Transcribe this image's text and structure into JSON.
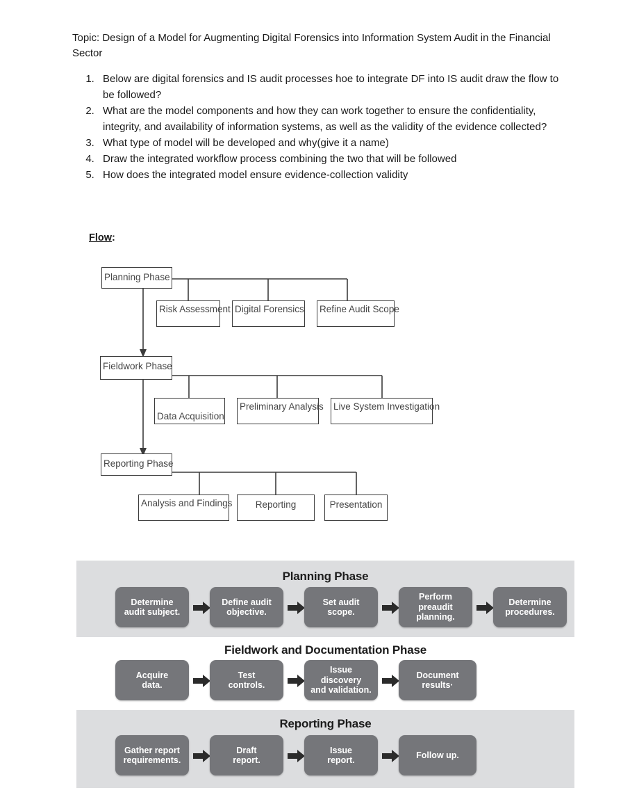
{
  "document": {
    "topic": "Topic: Design of a Model for Augmenting Digital Forensics into Information System Audit in the Financial Sector",
    "questions": [
      "Below are digital forensics and IS audit processes hoe to integrate DF into IS audit draw the flow to be followed?",
      "What are the model components and how they can work together to ensure the confidentiality, integrity, and availability of information systems, as well as the validity of the evidence collected?",
      "What type of model will be developed and why(give it a name)",
      "Draw the integrated workflow process combining the two that will be followed",
      "How does the integrated model ensure evidence-collection validity"
    ],
    "flow_label": "Flow",
    "flow_label_colon": ":"
  },
  "tree_diagram": {
    "phases": [
      {
        "parent": "Planning Phase",
        "children": [
          "Risk Assessment",
          "Digital Forensics",
          "Refine Audit Scope"
        ]
      },
      {
        "parent": "Fieldwork Phase",
        "children": [
          "Data Acquisition",
          "Preliminary Analysis",
          "Live System Investigation"
        ]
      },
      {
        "parent": "Reporting Phase",
        "children": [
          "Analysis and Findings",
          "Reporting",
          "Presentation"
        ]
      }
    ],
    "connector_color": "#3c3c3c",
    "box_text_color": "#454545"
  },
  "phase_diagram": {
    "panel_color": "#dcdddf",
    "box_color": "#75767a",
    "box_text_color": "#ffffff",
    "arrow_color": "#2b2b2b",
    "bands": [
      {
        "title": "Planning Phase",
        "shaded": true,
        "steps": [
          {
            "lines": [
              "Determine",
              "audit subject."
            ]
          },
          {
            "lines": [
              "Define audit",
              "objective."
            ]
          },
          {
            "lines": [
              "Set audit",
              "scope."
            ]
          },
          {
            "lines": [
              "Perform",
              "preaudit",
              "planning."
            ]
          },
          {
            "lines": [
              "Determine",
              "procedures."
            ]
          }
        ]
      },
      {
        "title": "Fieldwork and Documentation Phase",
        "shaded": false,
        "steps": [
          {
            "lines": [
              "Acquire",
              "data."
            ]
          },
          {
            "lines": [
              "Test",
              "controls."
            ]
          },
          {
            "lines": [
              "Issue",
              "discovery",
              "and validation."
            ]
          },
          {
            "lines": [
              "Document",
              "results·"
            ]
          }
        ]
      },
      {
        "title": "Reporting Phase",
        "shaded": true,
        "steps": [
          {
            "lines": [
              "Gather report",
              "requirements."
            ]
          },
          {
            "lines": [
              "Draft",
              "report."
            ]
          },
          {
            "lines": [
              "Issue",
              "report."
            ]
          },
          {
            "lines": [
              "Follow up."
            ]
          }
        ]
      }
    ]
  }
}
